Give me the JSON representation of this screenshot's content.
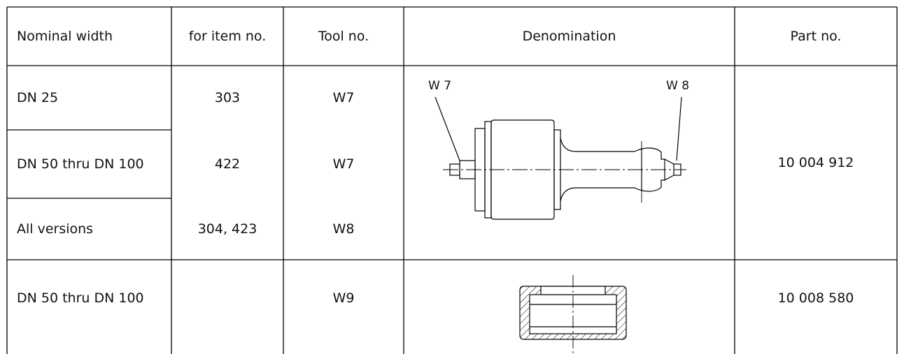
{
  "headers": {
    "nominal_width": "Nominal width",
    "item_no": "for item no.",
    "tool_no": "Tool no.",
    "denomination": "Denomination",
    "part_no": "Part no."
  },
  "rows": [
    {
      "nominal_width": "DN 25",
      "item_no": "303",
      "tool_no": "W7"
    },
    {
      "nominal_width": "DN 50 thru DN 100",
      "item_no": "422",
      "tool_no": "W7"
    },
    {
      "nominal_width": "All versions",
      "item_no": "304, 423",
      "tool_no": "W8"
    },
    {
      "nominal_width": "DN 50 thru DN 100",
      "item_no": "",
      "tool_no": "W9"
    }
  ],
  "part_numbers": {
    "group1": "10 004 912",
    "group2": "10 008 580"
  },
  "drawing_labels": {
    "w7": "W 7",
    "w8": "W 8"
  }
}
